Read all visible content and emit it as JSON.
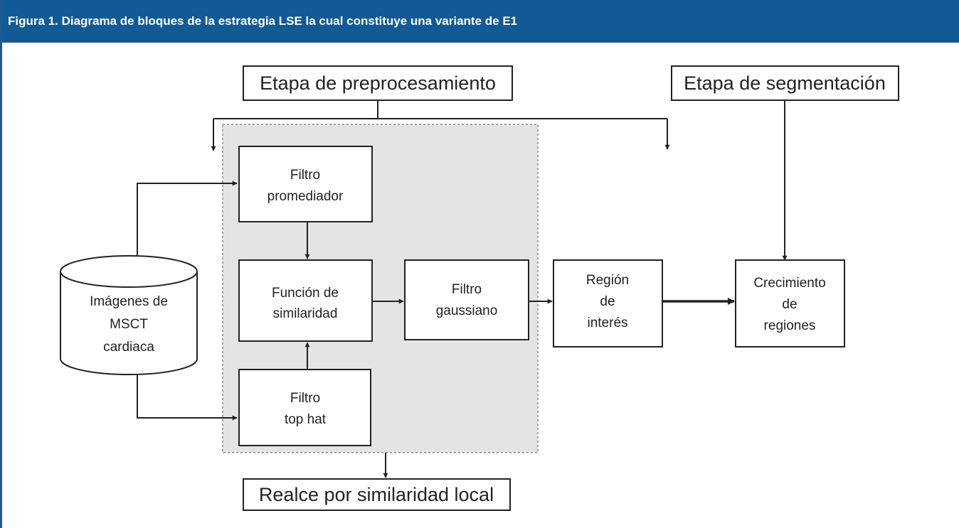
{
  "figure": {
    "caption": "Figura 1. Diagrama de bloques de la estrategia LSE la cual constituye una variante de E1"
  },
  "diagram": {
    "stages": {
      "preprocessing": "Etapa de preprocesamiento",
      "segmentation": "Etapa de segmentación",
      "enhancement": "Realce por similaridad local"
    },
    "nodes": {
      "images": [
        "Imágenes de",
        "MSCT",
        "cardiaca"
      ],
      "average_filter": [
        "Filtro",
        "promediador"
      ],
      "similarity": [
        "Función de",
        "similaridad"
      ],
      "tophat": [
        "Filtro",
        "top hat"
      ],
      "gaussian": [
        "Filtro",
        "gaussiano"
      ],
      "roi": [
        "Región",
        "de",
        "interés"
      ],
      "growing": [
        "Crecimiento",
        "de",
        "regiones"
      ]
    }
  },
  "colors": {
    "header_bg": "#115a96",
    "header_text": "#ffffff",
    "enhancement_region": "#e4e4e4",
    "line": "#222222"
  }
}
